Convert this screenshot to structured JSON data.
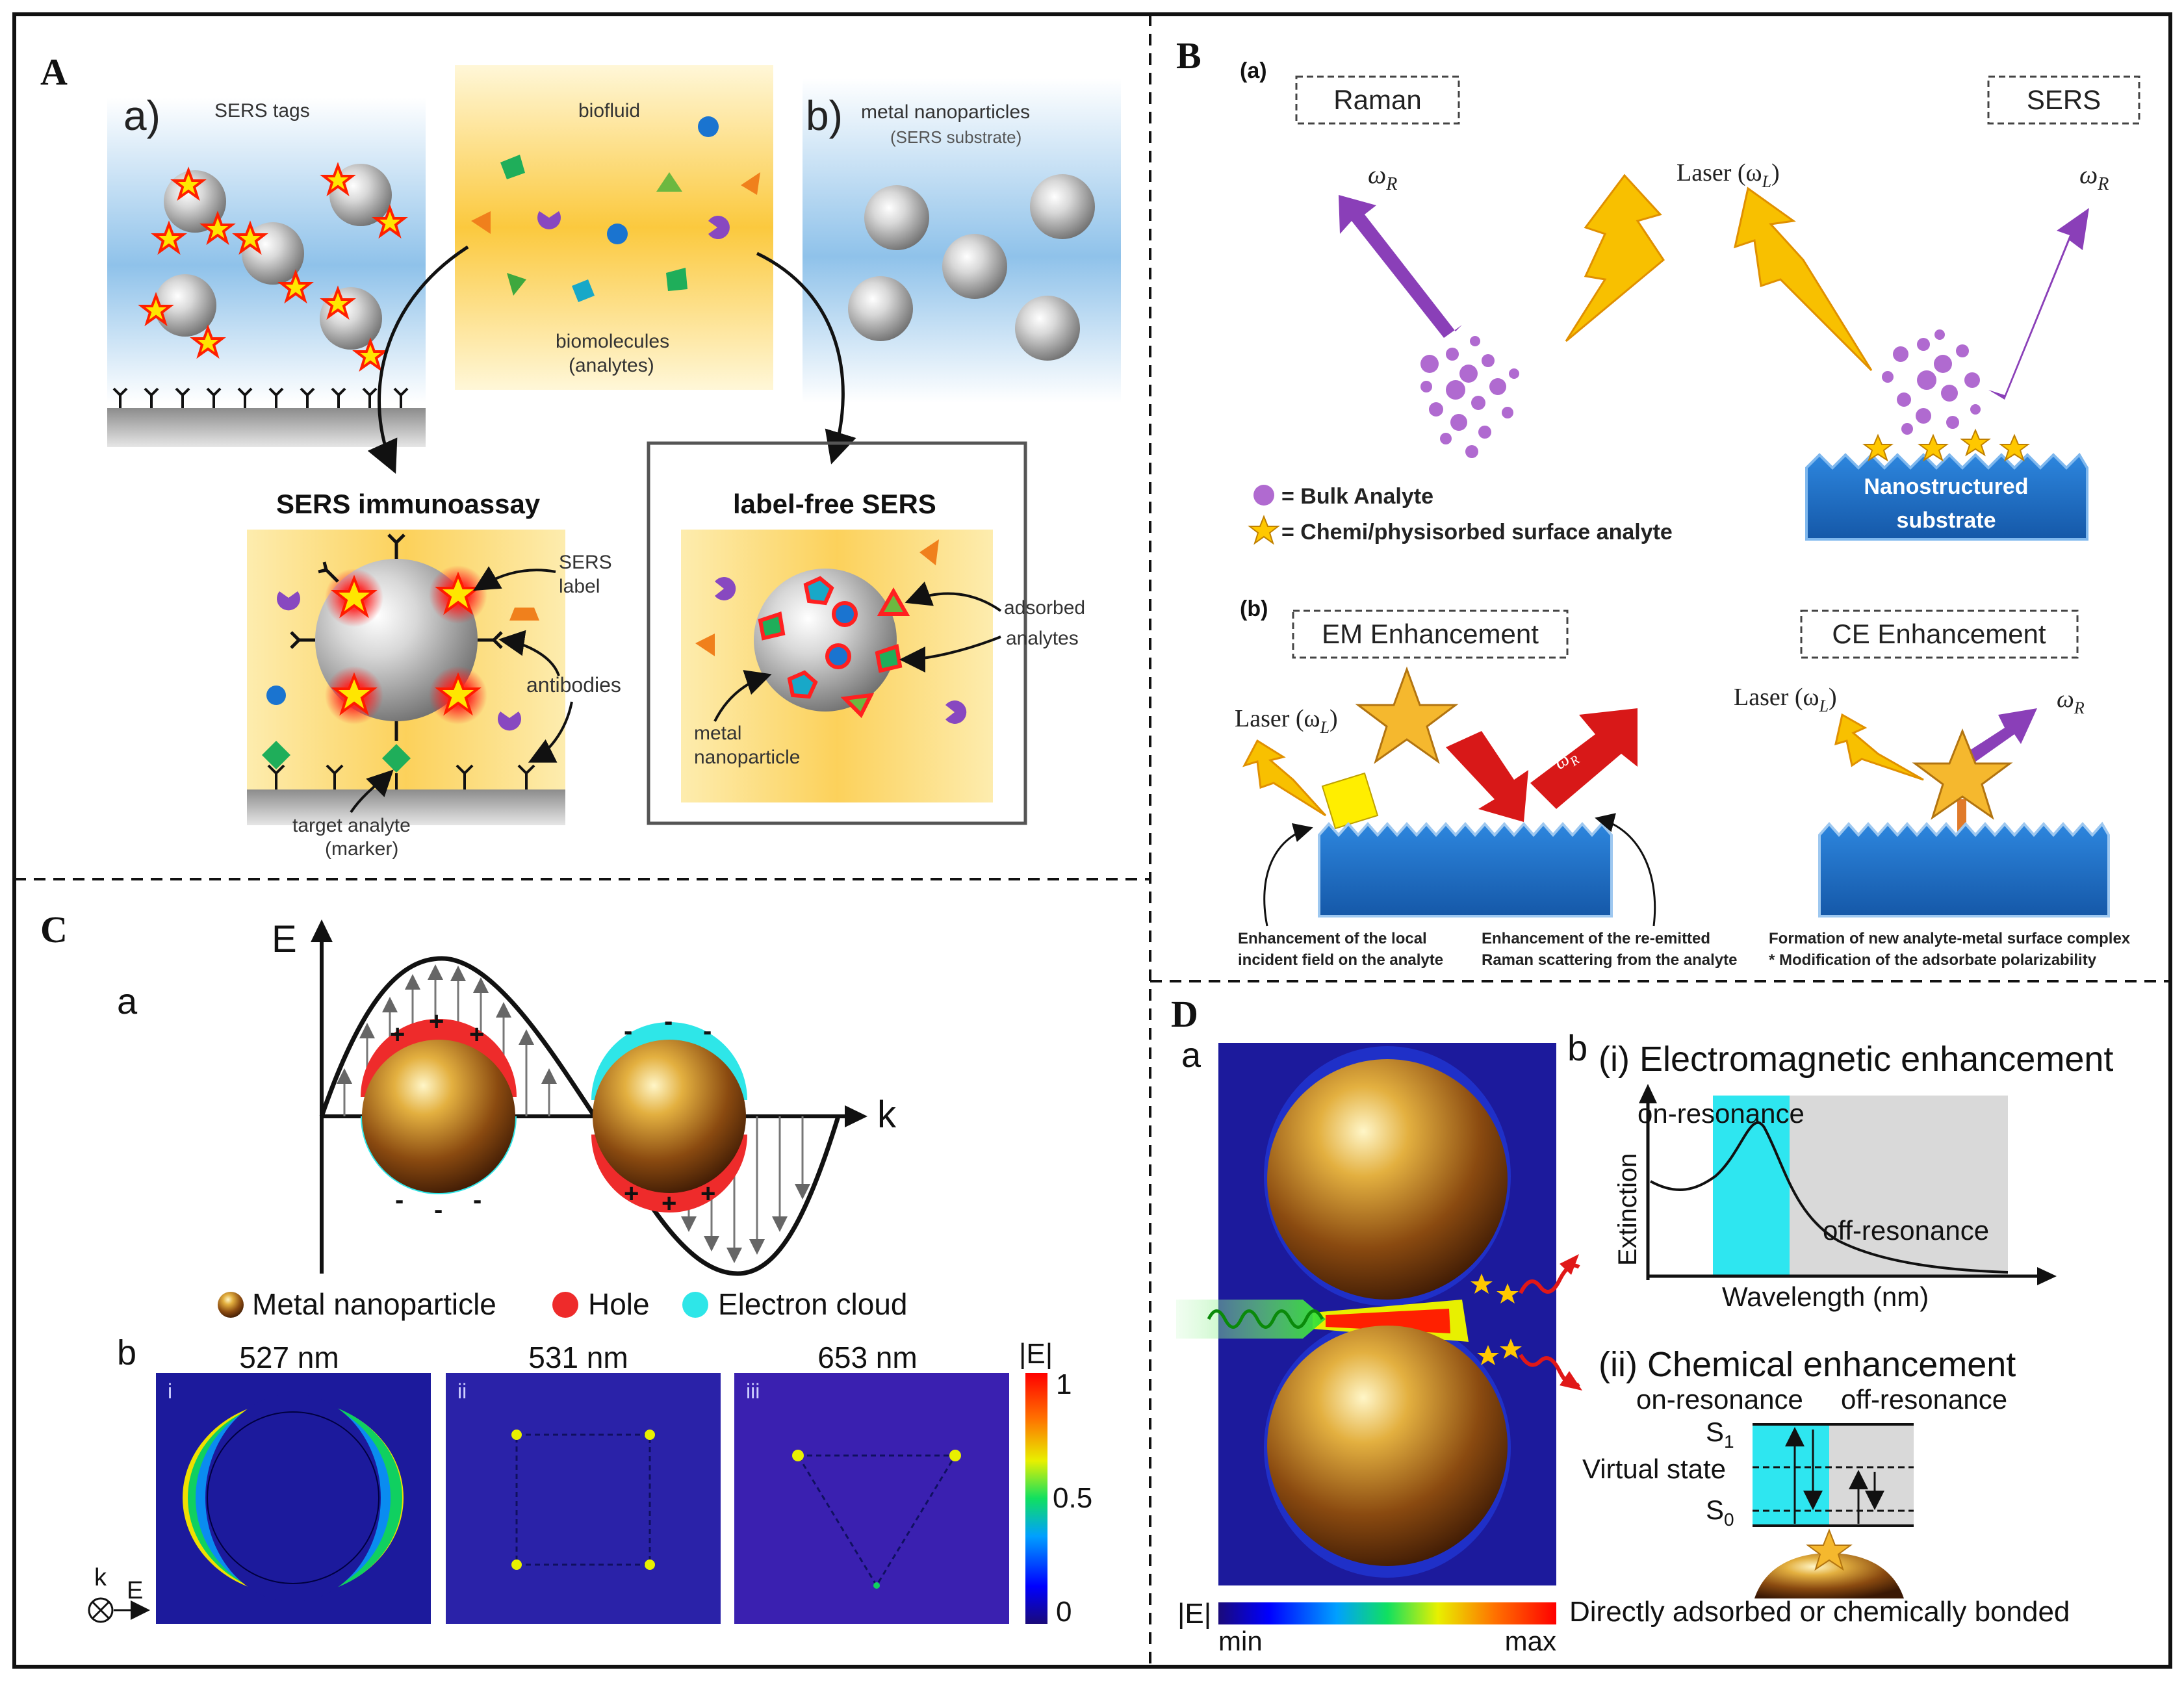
{
  "panel_a": {
    "letter": "A",
    "a_label": "a)",
    "b_label": "b)",
    "sers_tags": "SERS tags",
    "biofluid": "biofluid",
    "biomolecules_1": "biomolecules",
    "biomolecules_2": "(analytes)",
    "metal_np_1": "metal nanoparticles",
    "metal_np_2": "(SERS substrate)",
    "immunoassay_title": "SERS immunoassay",
    "labelfree_title": "label-free SERS",
    "sers_label_1": "SERS",
    "sers_label_2": "label",
    "antibodies": "antibodies",
    "target_1": "target analyte",
    "target_2": "(marker)",
    "adsorbed_1": "adsorbed",
    "adsorbed_2": "analytes",
    "metal_np_small_1": "metal",
    "metal_np_small_2": "nanoparticle"
  },
  "panel_b": {
    "letter": "B",
    "sub_a": "(a)",
    "sub_b": "(b)",
    "raman_box": "Raman",
    "sers_box": "SERS",
    "omega_r": "ω",
    "omega_sub_r": "R",
    "laser_center": "Laser (ω",
    "laser_sub": "L",
    "laser_close": ")",
    "legend_bulk": "= Bulk Analyte",
    "legend_surface": "= Chemi/physisorbed surface analyte",
    "substrate_1": "Nanostructured",
    "substrate_2": "substrate",
    "em_box": "EM Enhancement",
    "ce_box": "CE Enhancement",
    "em_note_1a": "Enhancement of the local",
    "em_note_1b": "incident field on the analyte",
    "em_note_2a": "Enhancement of the re-emitted",
    "em_note_2b": "Raman scattering from the analyte",
    "ce_note_a": "Formation of new analyte-metal surface complex",
    "ce_note_b": "* Modification of the adsorbate polarizability"
  },
  "panel_c": {
    "letter": "C",
    "sub_a": "a",
    "sub_b": "b",
    "axis_e": "E",
    "axis_k": "k",
    "legend_np": "Metal nanoparticle",
    "legend_hole": "Hole",
    "legend_electron": "Electron cloud",
    "wl_1": "527 nm",
    "wl_2": "531 nm",
    "wl_3": "653 nm",
    "roman_1": "i",
    "roman_2": "ii",
    "roman_3": "iii",
    "colorbar_title": "|E|",
    "cb_1": "1",
    "cb_05": "0.5",
    "cb_0": "0",
    "k_small": "k",
    "e_small": "E"
  },
  "panel_d": {
    "letter": "D",
    "sub_a": "a",
    "sub_b": "b",
    "em_title": "(i) Electromagnetic enhancement",
    "on_res": "on-resonance",
    "off_res": "off-resonance",
    "extinction": "Extinction",
    "wavelength": "Wavelength (nm)",
    "chem_title": "(ii) Chemical enhancement",
    "on_res_2": "on-resonance",
    "off_res_2": "off-resonance",
    "s1": "S",
    "s1_sub": "1",
    "virtual": "Virtual state",
    "s0": "S",
    "s0_sub": "0",
    "e_abs": "|E|",
    "min": "min",
    "max": "max",
    "adsorbed": "Directly adsorbed or chemically bonded"
  },
  "colors": {
    "hole_red": "#ee2b2b",
    "electron_cyan": "#2ee6e8",
    "substrate_blue": "#1f6fc8",
    "analyte_purple": "#b06ad0",
    "laser_yellow": "#f8c000",
    "raman_red": "#d81818",
    "frame_black": "#111111"
  }
}
